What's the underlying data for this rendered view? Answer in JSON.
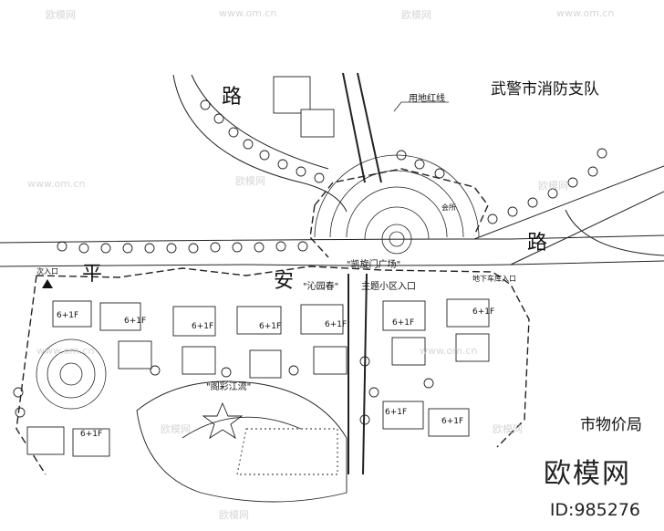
{
  "roads": {
    "road_north": "路",
    "road_ping": "平",
    "road_an": "安",
    "road_east": "路"
  },
  "labels": {
    "fire_brigade": "武警市消防支队",
    "land_red_line": "用地红线",
    "clubhouse": "会所",
    "kaixuan_plaza": "\"凯旋门广场\"",
    "qinyuanchun": "\"沁园春\"",
    "main_entrance": "主题小区入口",
    "secondary_entrance": "次入口",
    "garage_entrance": "地下车库入口",
    "gexiu_jiangliu": "\"阁彩江流\"",
    "price_bureau": "市物价局"
  },
  "buildings": [
    "6+1F",
    "6+1F",
    "6+1F",
    "6+1F",
    "6+1F",
    "6+1F",
    "6+1F",
    "6+1F",
    "6+1F",
    "6+1F"
  ],
  "watermark": {
    "site": "欧模网",
    "url": "www.om.cn",
    "id": "ID:985276"
  }
}
